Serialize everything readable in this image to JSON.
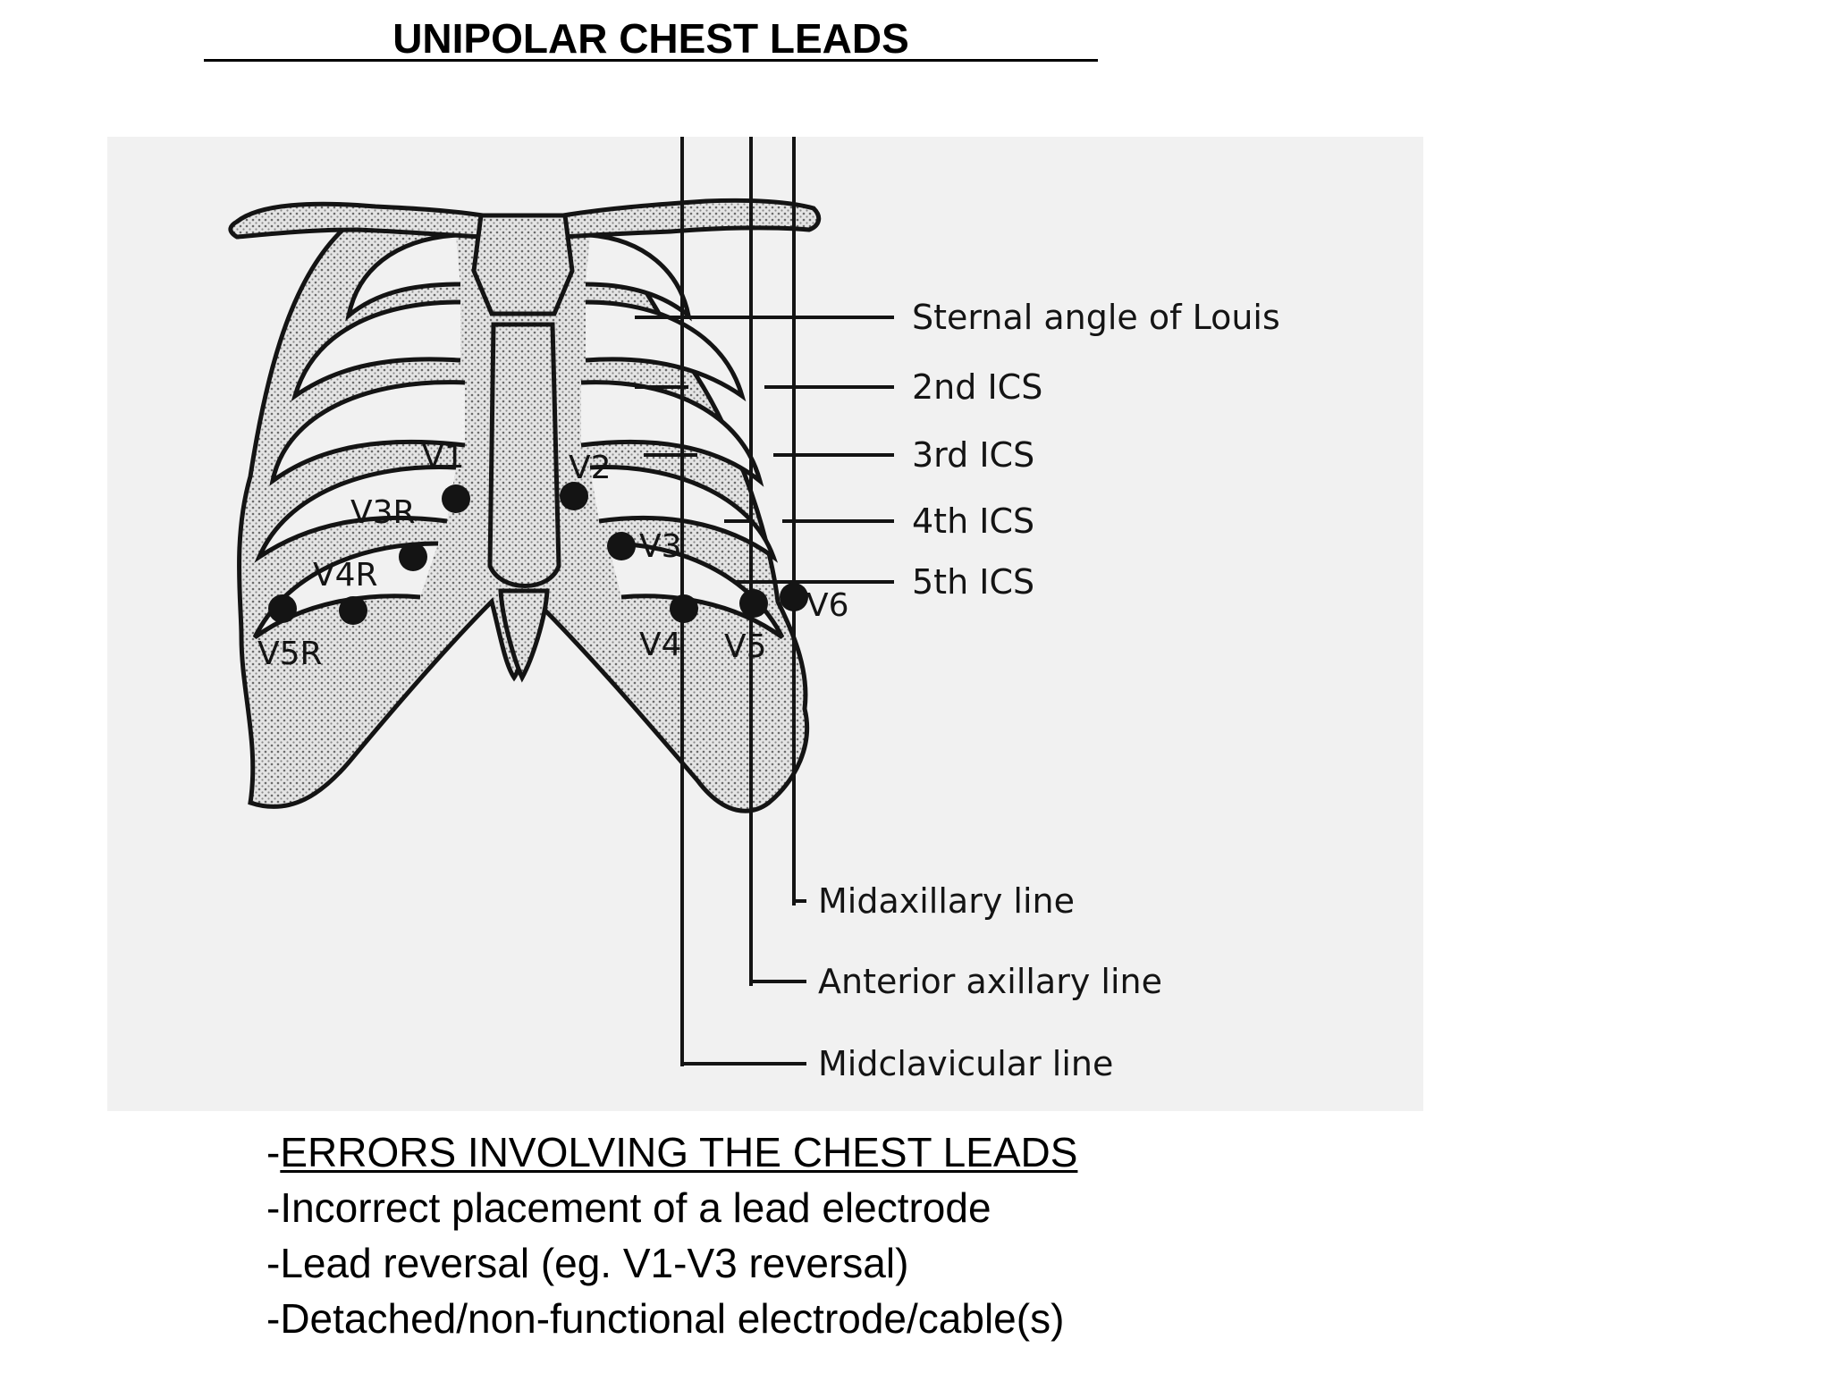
{
  "title": "UNIPOLAR CHEST LEADS",
  "diagram": {
    "landmarks": {
      "sternal_angle": "Sternal angle of Louis",
      "ics2": "2nd ICS",
      "ics3": "3rd ICS",
      "ics4": "4th ICS",
      "ics5": "5th ICS",
      "midaxillary": "Midaxillary line",
      "anterior_axillary": "Anterior axillary line",
      "midclavicular": "Midclavicular line"
    },
    "leads": {
      "v1": "V1",
      "v2": "V2",
      "v3": "V3",
      "v4": "V4",
      "v5": "V5",
      "v6": "V6",
      "v3r": "V3R",
      "v4r": "V4R",
      "v5r": "V5R"
    }
  },
  "notes": {
    "heading_prefix": "-",
    "heading": "ERRORS INVOLVING THE CHEST LEADS",
    "items": [
      "-Incorrect placement of a lead electrode",
      "-Lead reversal (eg. V1-V3 reversal)",
      "-Detached/non-functional electrode/cable(s)"
    ]
  },
  "colors": {
    "page_background": "#ffffff",
    "figure_background": "#f1f1f1",
    "ink": "#141414",
    "bone_fill": "#e2e2e2"
  }
}
